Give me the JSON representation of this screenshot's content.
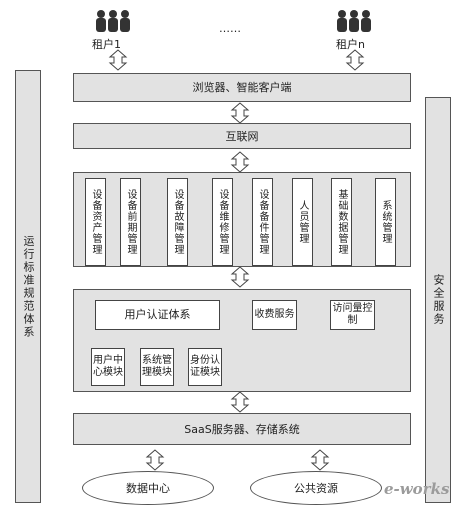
{
  "tenants": {
    "first_label": "租户1",
    "last_label": "租户n",
    "ellipsis": "……"
  },
  "layers": {
    "browser": "浏览器、智能客户端",
    "internet": "互联网",
    "saas": "SaaS服务器、存储系统"
  },
  "side": {
    "left": "运行标准规范体系",
    "right": "安全服务"
  },
  "modules": [
    "设备资产管理",
    "设备前期管理",
    "设备故障管理",
    "设备维修管理",
    "设备备件管理",
    "人员管理",
    "基础数据管理",
    "系统管理"
  ],
  "auth": {
    "system": "用户认证体系",
    "sub": [
      "用户中心模块",
      "系统管理模块",
      "身份认证模块"
    ],
    "fee": "收费服务",
    "access": "访问量控制"
  },
  "bottom": {
    "data_center": "数据中心",
    "public_resources": "公共资源"
  },
  "watermark": "e-works",
  "colors": {
    "border": "#555555",
    "shade": "#e2e2e2",
    "watermark_accent": "#e07a2a"
  }
}
